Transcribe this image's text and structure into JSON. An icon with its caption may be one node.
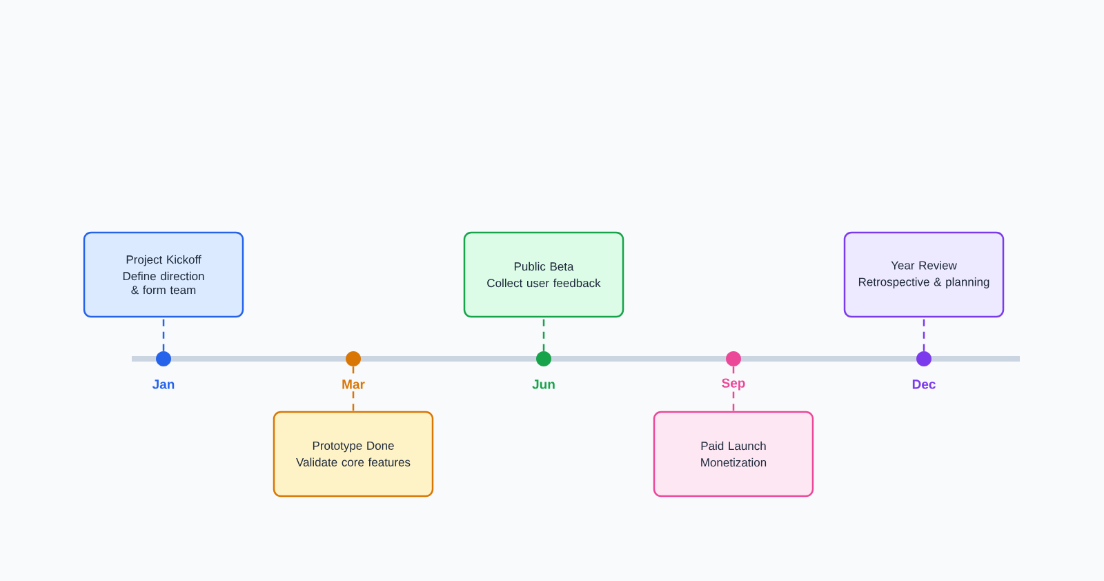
{
  "diagram": {
    "nodes": [
      {
        "text": [
          "Project Kickoff",
          "Define direction & form team"
        ]
      },
      {
        "text": [
          "Prototype Done",
          "Validate core features"
        ]
      },
      {
        "text": [
          "Public Beta",
          "Collect user feedback"
        ]
      },
      {
        "text": [
          "Paid Launch",
          "Monetization"
        ]
      },
      {
        "text": [
          "Year Review",
          "Retrospective & planning"
        ]
      },
      {
        "text": [],
        "shape": "circle",
        "beside": [
          "Jan"
        ]
      },
      {
        "text": [],
        "shape": "circle",
        "beside": [
          "Mar"
        ]
      },
      {
        "text": [],
        "shape": "circle",
        "beside": [
          "Jun"
        ]
      },
      {
        "text": [],
        "shape": "circle",
        "beside": [
          "Sep"
        ]
      },
      {
        "text": [],
        "shape": "circle",
        "beside": [
          "Dec"
        ]
      }
    ],
    "edges": [
      {
        "from": 5,
        "to": 0,
        "arrow": "none",
        "style": "dashed",
        "color": "#2563eb"
      },
      {
        "from": 6,
        "to": 1,
        "arrow": "none",
        "style": "dashed",
        "color": "#d97706"
      },
      {
        "from": 7,
        "to": 2,
        "arrow": "none",
        "style": "dashed",
        "color": "#16a34a"
      },
      {
        "from": 8,
        "to": 3,
        "arrow": "none",
        "style": "dashed",
        "color": "#ec4899"
      },
      {
        "from": 9,
        "to": 4,
        "arrow": "none",
        "style": "dashed",
        "color": "#7c3aed"
      }
    ]
  }
}
